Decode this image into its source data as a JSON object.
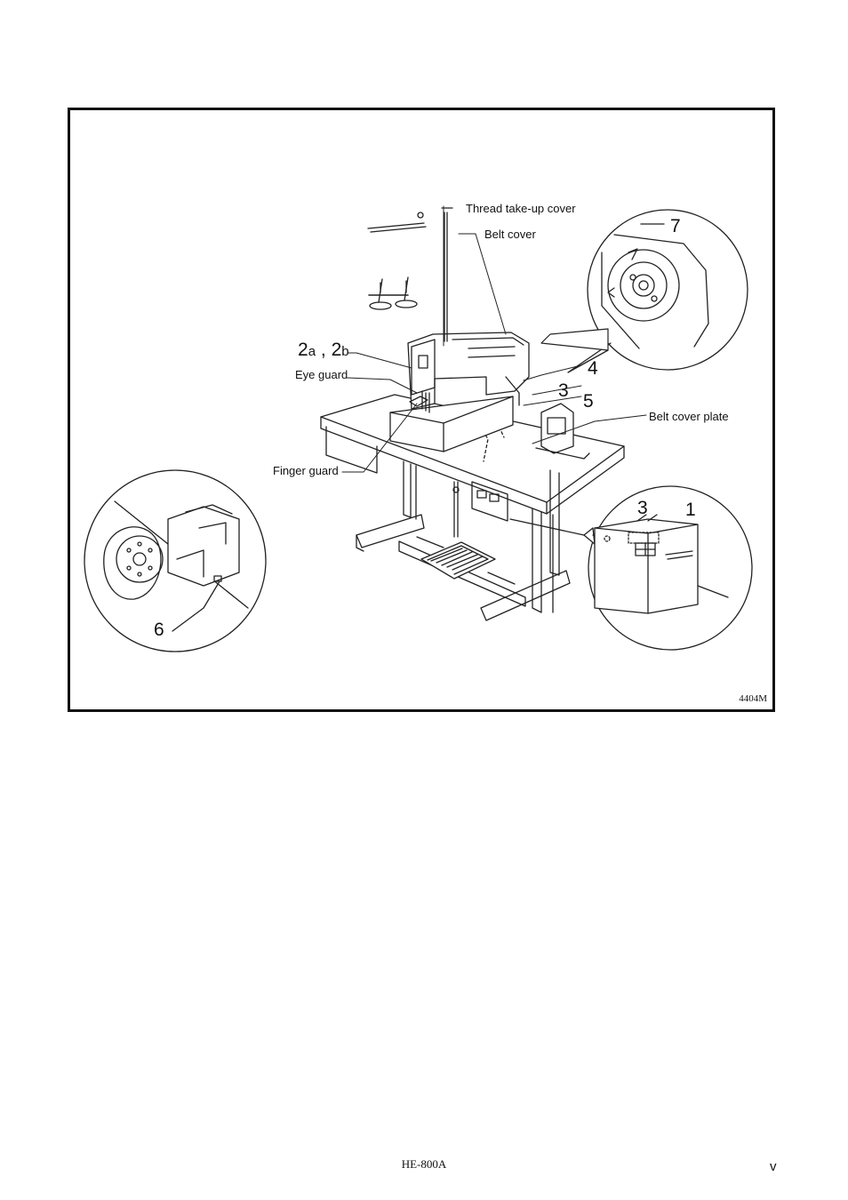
{
  "figure": {
    "labels": {
      "thread_takeup_cover": "Thread take-up cover",
      "belt_cover": "Belt cover",
      "eye_guard": "Eye guard",
      "finger_guard": "Finger guard",
      "belt_cover_plate": "Belt cover plate"
    },
    "numbers": {
      "n2a_main": "2",
      "n2a_sub": "a",
      "comma": ",",
      "n2b_main": "2",
      "n2b_sub": "b",
      "n4": "4",
      "n3_top": "3",
      "n5": "5",
      "n7": "7",
      "n3_box": "3",
      "n1": "1",
      "n6": "6"
    },
    "code": "4404M"
  },
  "footer": {
    "model": "HE-800A",
    "page": "v"
  }
}
